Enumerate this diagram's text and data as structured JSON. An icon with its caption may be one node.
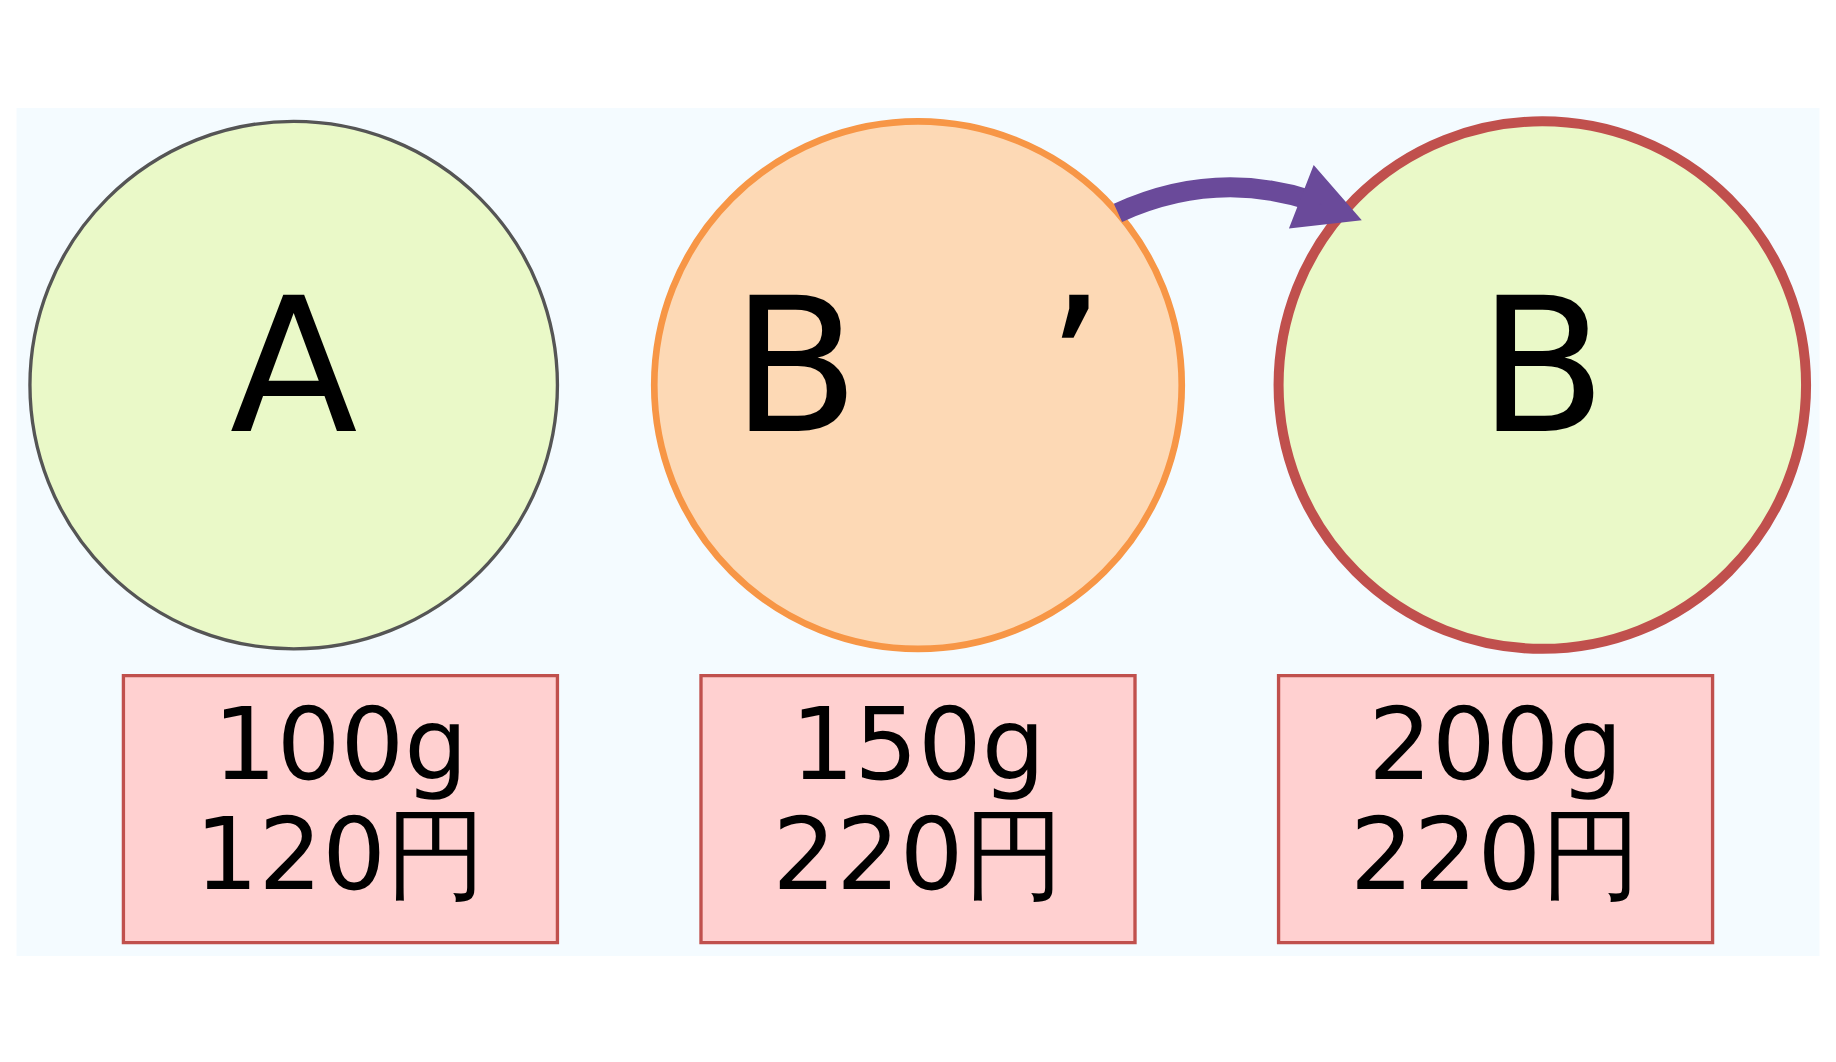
{
  "diagram": {
    "nodes": [
      {
        "text": [
          "A"
        ]
      },
      {
        "text": [
          "B　’"
        ]
      },
      {
        "text": [
          "B"
        ]
      },
      {
        "text": [
          "100g",
          "120円"
        ]
      },
      {
        "text": [
          "150g",
          "220円"
        ]
      },
      {
        "text": [
          "200g",
          "220円"
        ]
      }
    ],
    "edges": [
      {
        "from": 1,
        "to": 2,
        "arrow": "to",
        "color": "#6a4a9a"
      }
    ]
  }
}
